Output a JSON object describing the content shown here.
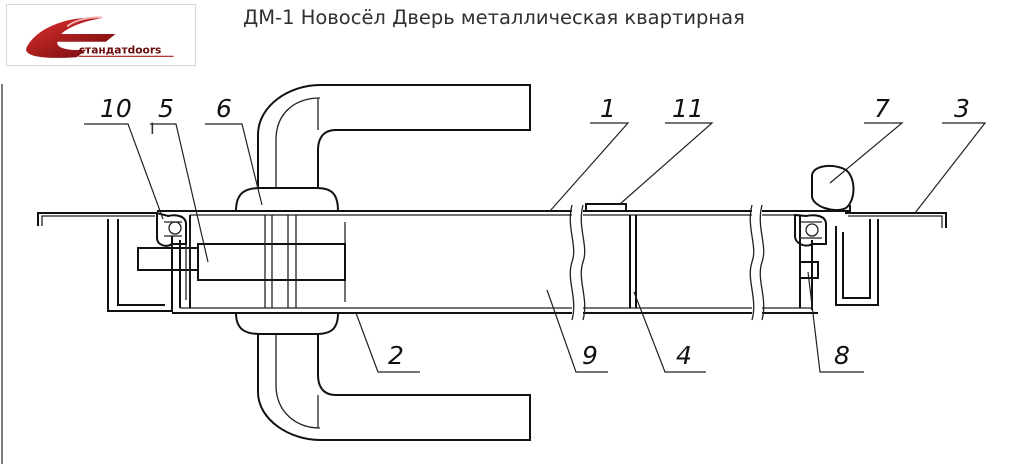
{
  "title": "ДМ-1 Новосёл Дверь металлическая квартирная",
  "logo": {
    "text": "стандатdoors",
    "accent": "#b01818"
  },
  "colors": {
    "line": "#111111",
    "leader": "#222222",
    "background": "#ffffff"
  },
  "callouts": [
    {
      "id": "10",
      "text": "10"
    },
    {
      "id": "5",
      "text": "5"
    },
    {
      "id": "6",
      "text": "6"
    },
    {
      "id": "1",
      "text": "1"
    },
    {
      "id": "11",
      "text": "11"
    },
    {
      "id": "7",
      "text": "7"
    },
    {
      "id": "3",
      "text": "3"
    },
    {
      "id": "2",
      "text": "2"
    },
    {
      "id": "9",
      "text": "9"
    },
    {
      "id": "4",
      "text": "4"
    },
    {
      "id": "8",
      "text": "8"
    }
  ]
}
